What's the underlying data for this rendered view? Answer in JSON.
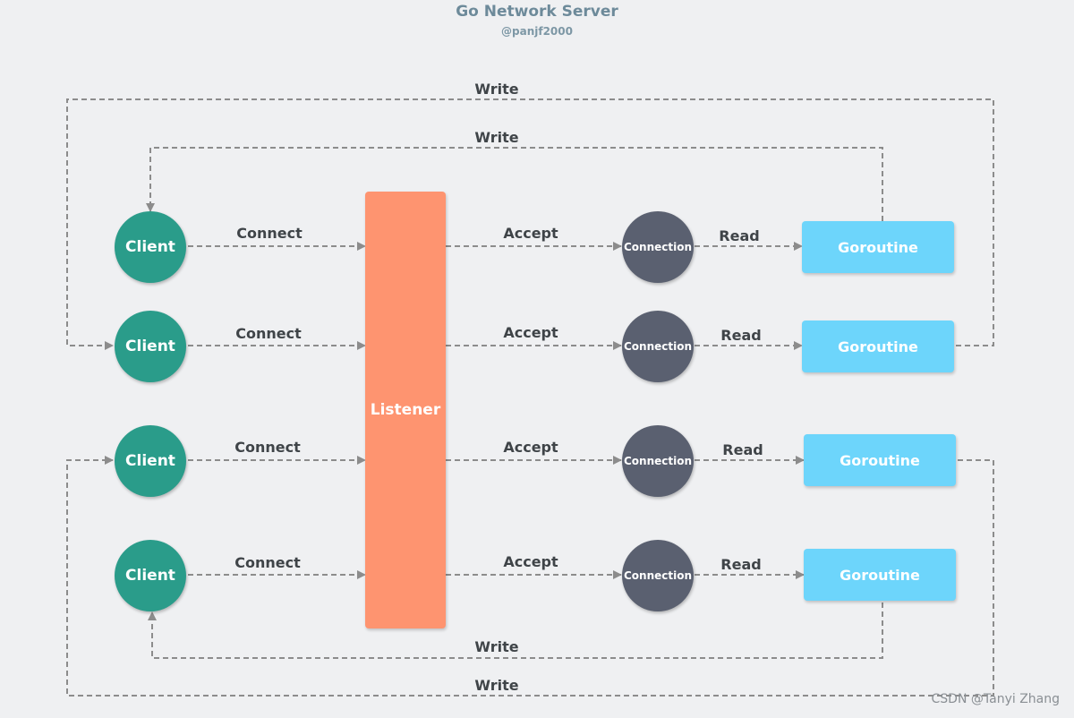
{
  "title": "Go Network Server",
  "subtitle": "@panjf2000",
  "watermark": "CSDN @Tanyi Zhang",
  "colors": {
    "background": "#eff0f2",
    "client": "#2a9c8a",
    "listener": "#fe9470",
    "connection": "#5a6070",
    "goroutine": "#6dd5fb",
    "arrow": "#8c8c8c"
  },
  "listener": {
    "label": "Listener"
  },
  "rows": [
    {
      "client": "Client",
      "connect": "Connect",
      "accept": "Accept",
      "connection": "Connection",
      "read": "Read",
      "goroutine": "Goroutine"
    },
    {
      "client": "Client",
      "connect": "Connect",
      "accept": "Accept",
      "connection": "Connection",
      "read": "Read",
      "goroutine": "Goroutine"
    },
    {
      "client": "Client",
      "connect": "Connect",
      "accept": "Accept",
      "connection": "Connection",
      "read": "Read",
      "goroutine": "Goroutine"
    },
    {
      "client": "Client",
      "connect": "Connect",
      "accept": "Accept",
      "connection": "Connection",
      "read": "Read",
      "goroutine": "Goroutine"
    }
  ],
  "write_loops": [
    {
      "label": "Write"
    },
    {
      "label": "Write"
    },
    {
      "label": "Write"
    },
    {
      "label": "Write"
    }
  ]
}
